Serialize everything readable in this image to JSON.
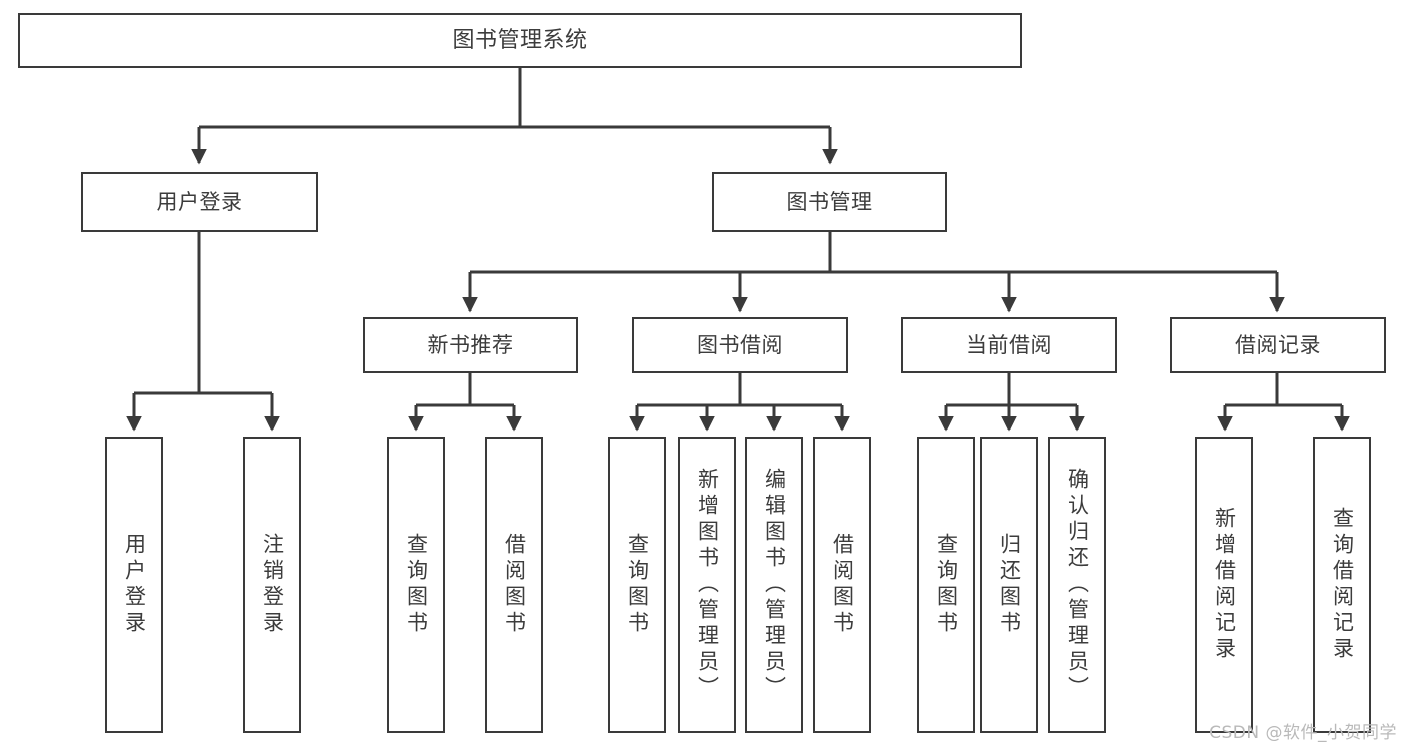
{
  "diagram": {
    "title": "图书管理系统",
    "type": "tree",
    "line_color": "#3a3a3a",
    "box_fill": "#ffffff",
    "text_color": "#3c3c3c",
    "watermark": "CSDN @软件_小贺同学"
  },
  "nodes": {
    "root": {
      "label": "图书管理系统"
    },
    "level1": [
      {
        "label": "用户登录"
      },
      {
        "label": "图书管理"
      }
    ],
    "level2": [
      {
        "label": "新书推荐"
      },
      {
        "label": "图书借阅"
      },
      {
        "label": "当前借阅"
      },
      {
        "label": "借阅记录"
      }
    ],
    "leaves_user_login": [
      {
        "label": "用户登录"
      },
      {
        "label": "注销登录"
      }
    ],
    "leaves_new_book": [
      {
        "label": "查询图书"
      },
      {
        "label": "借阅图书"
      }
    ],
    "leaves_borrow": [
      {
        "label": "查询图书"
      },
      {
        "label": "新增图书（管理员）"
      },
      {
        "label": "编辑图书（管理员）"
      },
      {
        "label": "借阅图书"
      }
    ],
    "leaves_current": [
      {
        "label": "查询图书"
      },
      {
        "label": "归还图书"
      },
      {
        "label": "确认归还（管理员）"
      }
    ],
    "leaves_records": [
      {
        "label": "新增借阅记录"
      },
      {
        "label": "查询借阅记录"
      }
    ]
  }
}
